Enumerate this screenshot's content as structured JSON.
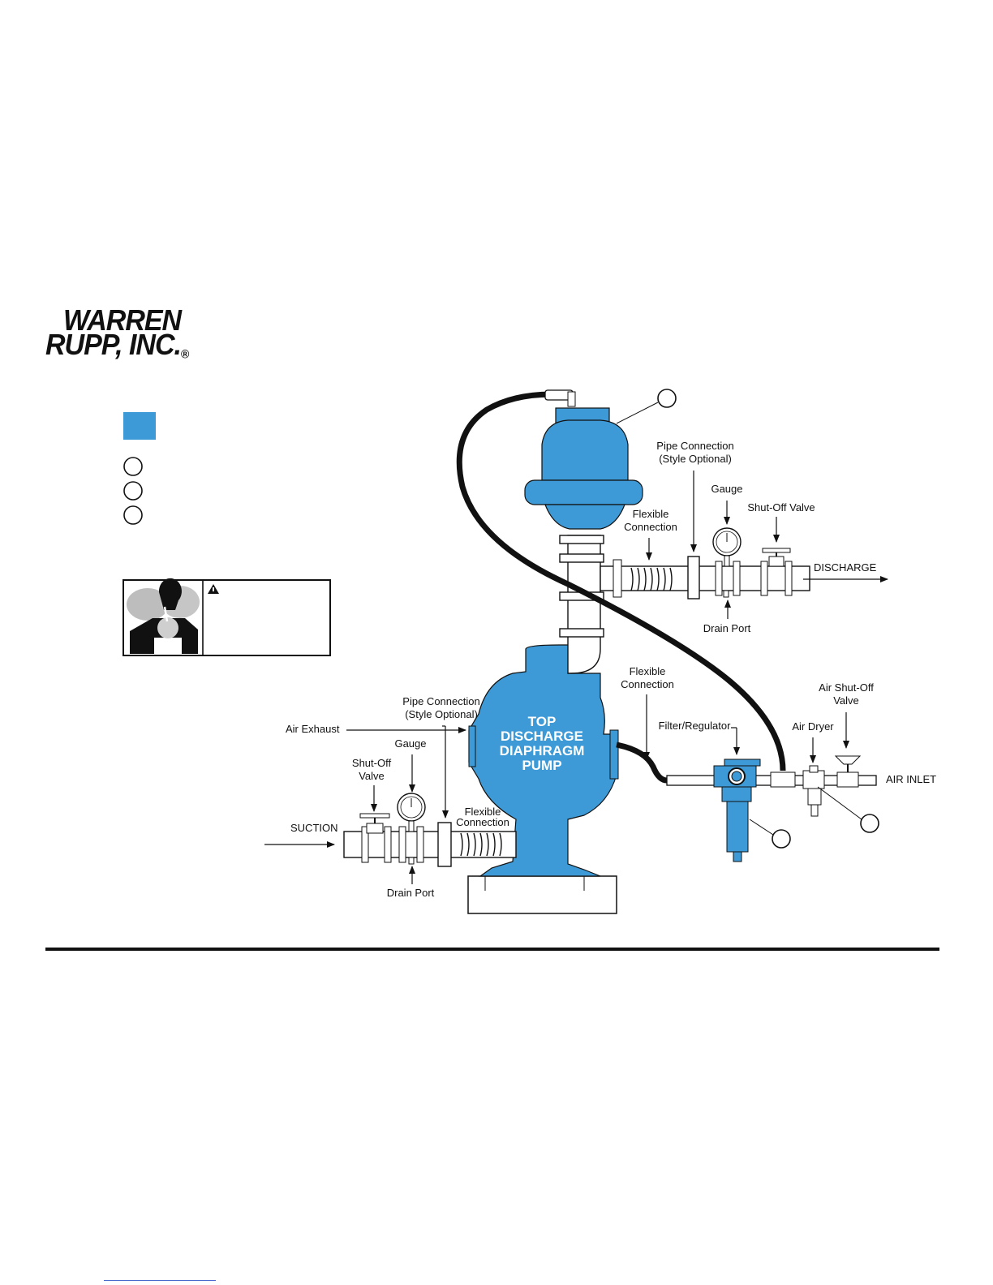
{
  "logo": {
    "line1": "WARREN",
    "line2": "RUPP, INC.",
    "mark": "®"
  },
  "colors": {
    "pump_blue": "#3d9ad6",
    "ink": "#111111"
  },
  "pump_label": [
    "TOP",
    "DISCHARGE",
    "DIAPHRAGM",
    "PUMP"
  ],
  "labels": {
    "pipe_conn_top_1": "Pipe Connection",
    "pipe_conn_top_2": "(Style Optional)",
    "gauge_top": "Gauge",
    "shutoff_top": "Shut-Off Valve",
    "flex_top_1": "Flexible",
    "flex_top_2": "Connection",
    "discharge": "DISCHARGE",
    "drain_top": "Drain Port",
    "flex_mid_1": "Flexible",
    "flex_mid_2": "Connection",
    "air_shutoff_1": "Air Shut-Off",
    "air_shutoff_2": "Valve",
    "pipe_conn_left_1": "Pipe Connection",
    "pipe_conn_left_2": "(Style Optional)",
    "air_exhaust": "Air Exhaust",
    "filter_regulator": "Filter/Regulator",
    "air_dryer": "Air Dryer",
    "gauge_left": "Gauge",
    "shutoff_left_1": "Shut-Off",
    "shutoff_left_2": "Valve",
    "air_inlet": "AIR INLET",
    "suction": "SUCTION",
    "flex_left_1": "Flexible",
    "flex_left_2": "Connection",
    "drain_left": "Drain Port"
  },
  "icons": [
    "warning-triangle-icon",
    "respiratory-hazard-icon"
  ]
}
